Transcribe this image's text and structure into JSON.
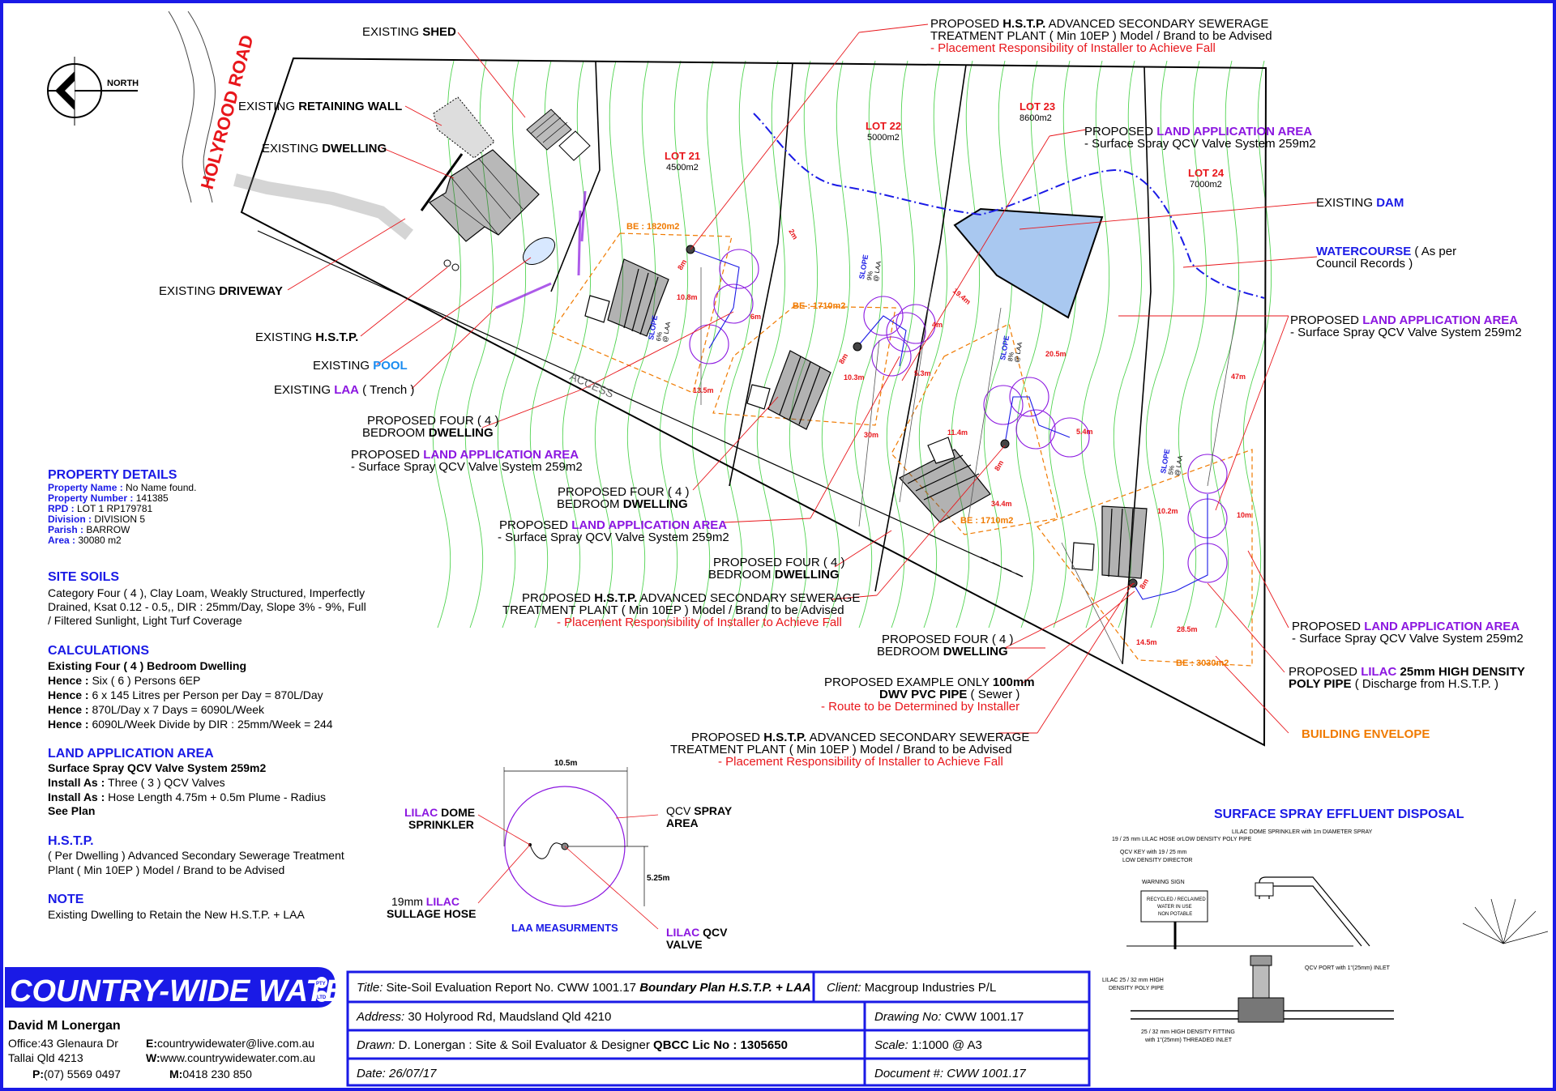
{
  "north": {
    "label": "NORTH"
  },
  "road": {
    "label": "HOLYROOD ROAD"
  },
  "access": {
    "label": "ACCESS"
  },
  "lots": [
    {
      "name": "LOT 21",
      "area": "4500m2",
      "be": "BE : 1820m2"
    },
    {
      "name": "LOT 22",
      "area": "5000m2",
      "be": "BE : 1710m2"
    },
    {
      "name": "LOT 23",
      "area": "8600m2",
      "be": "BE : 1710m2"
    },
    {
      "name": "LOT 24",
      "area": "7000m2",
      "be": "BE : 3030m2"
    }
  ],
  "callouts": {
    "shed": {
      "pre": "EXISTING ",
      "bold": "SHED"
    },
    "retaining": {
      "pre": "EXISTING ",
      "bold": "RETAINING WALL"
    },
    "dwelling": {
      "pre": "EXISTING ",
      "bold": "DWELLING"
    },
    "driveway": {
      "pre": "EXISTING ",
      "bold": "DRIVEWAY"
    },
    "hstp": {
      "pre": "EXISTING ",
      "bold": "H.S.T.P."
    },
    "pool": {
      "pre": "EXISTING ",
      "col": "POOL"
    },
    "laa_trench": {
      "pre": "EXISTING ",
      "col": "LAA",
      "post": " ( Trench )"
    },
    "dam": {
      "pre": "EXISTING ",
      "col": "DAM"
    },
    "watercourse": {
      "col": "WATERCOURSE",
      "post": " ( As per",
      "line2": "Council Records )"
    },
    "hstp_top": {
      "l1_pre": "PROPOSED ",
      "l1_bold": "H.S.T.P.",
      "l1_post": " ADVANCED SECONDARY SEWERAGE",
      "l2": "TREATMENT PLANT ( Min 10EP ) Model / Brand to be Advised",
      "l3": "- Placement Responsibility of Installer to Achieve Fall"
    },
    "laa_lot23": {
      "pre": "PROPOSED ",
      "col": "LAND APPLICATION AREA",
      "line2": "- Surface Spray QCV Valve System 259m2"
    },
    "laa_lot24": {
      "pre": "PROPOSED ",
      "col": "LAND APPLICATION AREA",
      "line2": "- Surface Spray QCV Valve System 259m2"
    },
    "dwelling21": {
      "l1": "PROPOSED FOUR ( 4 )",
      "l2_pre": "BEDROOM ",
      "l2_bold": "DWELLING"
    },
    "laa_lot21": {
      "pre": "PROPOSED ",
      "col": "LAND APPLICATION AREA",
      "line2": "- Surface Spray QCV Valve System 259m2"
    },
    "dwelling22": {
      "l1": "PROPOSED FOUR ( 4 )",
      "l2_pre": "BEDROOM ",
      "l2_bold": "DWELLING"
    },
    "laa_lot22": {
      "pre": "PROPOSED ",
      "col": "LAND APPLICATION AREA",
      "line2": "- Surface Spray QCV Valve System 259m2"
    },
    "dwelling23": {
      "l1": "PROPOSED FOUR ( 4 )",
      "l2_pre": "BEDROOM ",
      "l2_bold": "DWELLING"
    },
    "hstp_mid": {
      "l1_pre": "PROPOSED ",
      "l1_bold": "H.S.T.P.",
      "l1_post": " ADVANCED SECONDARY SEWERAGE",
      "l2": "TREATMENT PLANT ( Min 10EP ) Model / Brand to be Advised",
      "l3": "- Placement Responsibility of Installer to Achieve Fall"
    },
    "dwelling24": {
      "l1": "PROPOSED FOUR ( 4 )",
      "l2_pre": "BEDROOM ",
      "l2_bold": "DWELLING"
    },
    "pipe": {
      "l1_pre": "PROPOSED EXAMPLE ONLY ",
      "l1_bold": "100mm",
      "l2": "DWV PVC PIPE",
      "l2_post": " ( Sewer )",
      "l3": "- Route to be Determined by Installer"
    },
    "hstp_low": {
      "l1_pre": "PROPOSED ",
      "l1_bold": "H.S.T.P.",
      "l1_post": " ADVANCED SECONDARY SEWERAGE",
      "l2": "TREATMENT PLANT ( Min 10EP ) Model / Brand to be Advised",
      "l3": "- Placement Responsibility of Installer to Achieve Fall"
    },
    "laa_lot24b": {
      "pre": "PROPOSED ",
      "col": "LAND APPLICATION AREA",
      "line2": "- Surface Spray QCV Valve System 259m2"
    },
    "lilac_pipe": {
      "pre": "PROPOSED ",
      "col": "LILAC",
      "bold": " 25mm HIGH DENSITY",
      "line2_bold": "POLY PIPE",
      "line2": " ( Discharge from H.S.T.P. )"
    },
    "be": {
      "label": "BUILDING ENVELOPE"
    }
  },
  "dims": [
    "8m",
    "10.8m",
    "6m",
    "13.5m",
    "2m",
    "8m",
    "4m",
    "10.3m",
    "5.3m",
    "30m",
    "19.4m",
    "20.5m",
    "11.4m",
    "5.4m",
    "8m",
    "34.4m",
    "47m",
    "10.2m",
    "10m",
    "8m",
    "28.5m",
    "14.5m"
  ],
  "slope": {
    "word": "SLOPE",
    "pct_a": "6%",
    "pct_b": "9%",
    "pct_c": "8%",
    "pct_d": "5%",
    "to": "@ LAA"
  },
  "property": {
    "title": "PROPERTY DETAILS",
    "rows": [
      {
        "k": "Property Name : ",
        "v": "No Name found."
      },
      {
        "k": "Property Number : ",
        "v": "141385"
      },
      {
        "k": "RPD : ",
        "v": "LOT 1 RP179781"
      },
      {
        "k": "Division : ",
        "v": "DIVISION 5"
      },
      {
        "k": "Parish : ",
        "v": "BARROW"
      },
      {
        "k": "Area : ",
        "v": "30080 m2"
      }
    ]
  },
  "soils": {
    "title": "SITE SOILS",
    "lines": [
      "Category Four ( 4 ), Clay Loam, Weakly Structured, Imperfectly",
      "Drained, Ksat 0.12 - 0.5,, DIR : 25mm/Day, Slope 3% - 9%, Full",
      "/ Filtered Sunlight, Light Turf Coverage"
    ]
  },
  "calcs": {
    "title": "CALCULATIONS",
    "head": "Existing Four ( 4 ) Bedroom Dwelling",
    "rows": [
      {
        "k": "Hence : ",
        "v": "Six ( 6 ) Persons 6EP"
      },
      {
        "k": "Hence : ",
        "v": "6 x 145 Litres per Person per Day = 870L/Day"
      },
      {
        "k": "Hence : ",
        "v": "870L/Day x 7 Days = 6090L/Week"
      },
      {
        "k": "Hence : ",
        "v": "6090L/Week Divide by DIR : 25mm/Week = 244"
      }
    ]
  },
  "laa": {
    "title": "LAND APPLICATION AREA",
    "head": "Surface Spray QCV Valve System 259m2",
    "rows": [
      {
        "k": "Install As : ",
        "v": "Three ( 3 ) QCV Valves"
      },
      {
        "k": "Install As : ",
        "v": "Hose Length 4.75m + 0.5m Plume - Radius"
      }
    ],
    "see": "See Plan"
  },
  "hstp": {
    "title": "H.S.T.P.",
    "lines": [
      "( Per Dwelling ) Advanced Secondary Sewerage Treatment",
      "Plant ( Min 10EP ) Model / Brand to be Advised"
    ]
  },
  "note": {
    "title": "NOTE",
    "text": "Existing Dwelling to Retain the New H.S.T.P. + LAA"
  },
  "laa_meas": {
    "title": "LAA MEASURMENTS",
    "width": "10.5m",
    "radius": "5.25m",
    "dome": {
      "col": "LILAC",
      "bold1": " DOME",
      "bold2": "SPRINKLER"
    },
    "spray": {
      "pre": "QCV ",
      "bold1": "SPRAY",
      "bold2": "AREA"
    },
    "hose": {
      "pre": "19mm ",
      "col": "LILAC",
      "bold2": "SULLAGE HOSE"
    },
    "valve": {
      "col": "LILAC",
      "post": " QCV",
      "bold2": "VALVE"
    }
  },
  "spray_detail": {
    "title": "SURFACE SPRAY EFFLUENT DISPOSAL",
    "l_sprinkler": "LILAC DOME SPRINKLER with 1m DIAMETER SPRAY",
    "l_hose": "19 / 25 mm LILAC HOSE orLOW DENSITY POLY PIPE",
    "l_key1": "QCV KEY with 19 / 25 mm",
    "l_key2": "LOW DENSITY DIRECTOR",
    "l_warn": "WARNING SIGN",
    "sign1": "RECYCLED / RECLAIMED",
    "sign2": "WATER IN USE",
    "sign3": "NON POTABLE",
    "l_port": "QCV PORT with 1\"(25mm) INLET",
    "l_lilac1": "LILAC 25 / 32 mm HIGH",
    "l_lilac2": "DENSITY POLY PIPE",
    "l_fit1": "25 / 32 mm HIGH DENSITY FITTING",
    "l_fit2": "with 1\"(25mm) THREADED INLET"
  },
  "company": {
    "name": "COUNTRY-WIDE WATER",
    "pty": "PTY",
    "ltd": "LTD",
    "person": "David M Lonergan",
    "office_k": "Office:",
    "office_v": "43 Glenaura Dr",
    "city": "Tallai Qld 4213",
    "phone_k": "P:",
    "phone_v": "(07) 5569 0497",
    "email_k": "E:",
    "email_v": "countrywidewater@live.com.au",
    "web_k": "W:",
    "web_v": "www.countrywidewater.com.au",
    "mob_k": "M:",
    "mob_v": "0418 230 850"
  },
  "titleblock": {
    "title_k": "Title:",
    "title_v": " Site-Soil Evaluation Report No. CWW 1001.17 ",
    "title_b": "Boundary Plan H.S.T.P. + LAA",
    "client_k": "Client:",
    "client_v": " Macgroup Industries P/L",
    "address_k": "Address:",
    "address_v": " 30 Holyrood Rd, Maudsland Qld 4210",
    "drawing_k": "Drawing No:",
    "drawing_v": " CWW 1001.17",
    "drawn_k": "Drawn:",
    "drawn_v": " D. Lonergan :    Site & Soil Evaluator & Designer  ",
    "drawn_b": "QBCC Lic No : 1305650",
    "scale_k": "Scale:",
    "scale_v": "  1:1000 @ A3",
    "date_k": "Date:",
    "date_v": " 26/07/17",
    "doc_k": "Document #:",
    "doc_v": " CWW  1001.17"
  },
  "colors": {
    "blue": "#1a1ae6",
    "purple": "#8b16e0",
    "red": "#e8161b",
    "orange": "#f07a00",
    "contour": "#33cc33",
    "dam": "#a9c8f0"
  }
}
